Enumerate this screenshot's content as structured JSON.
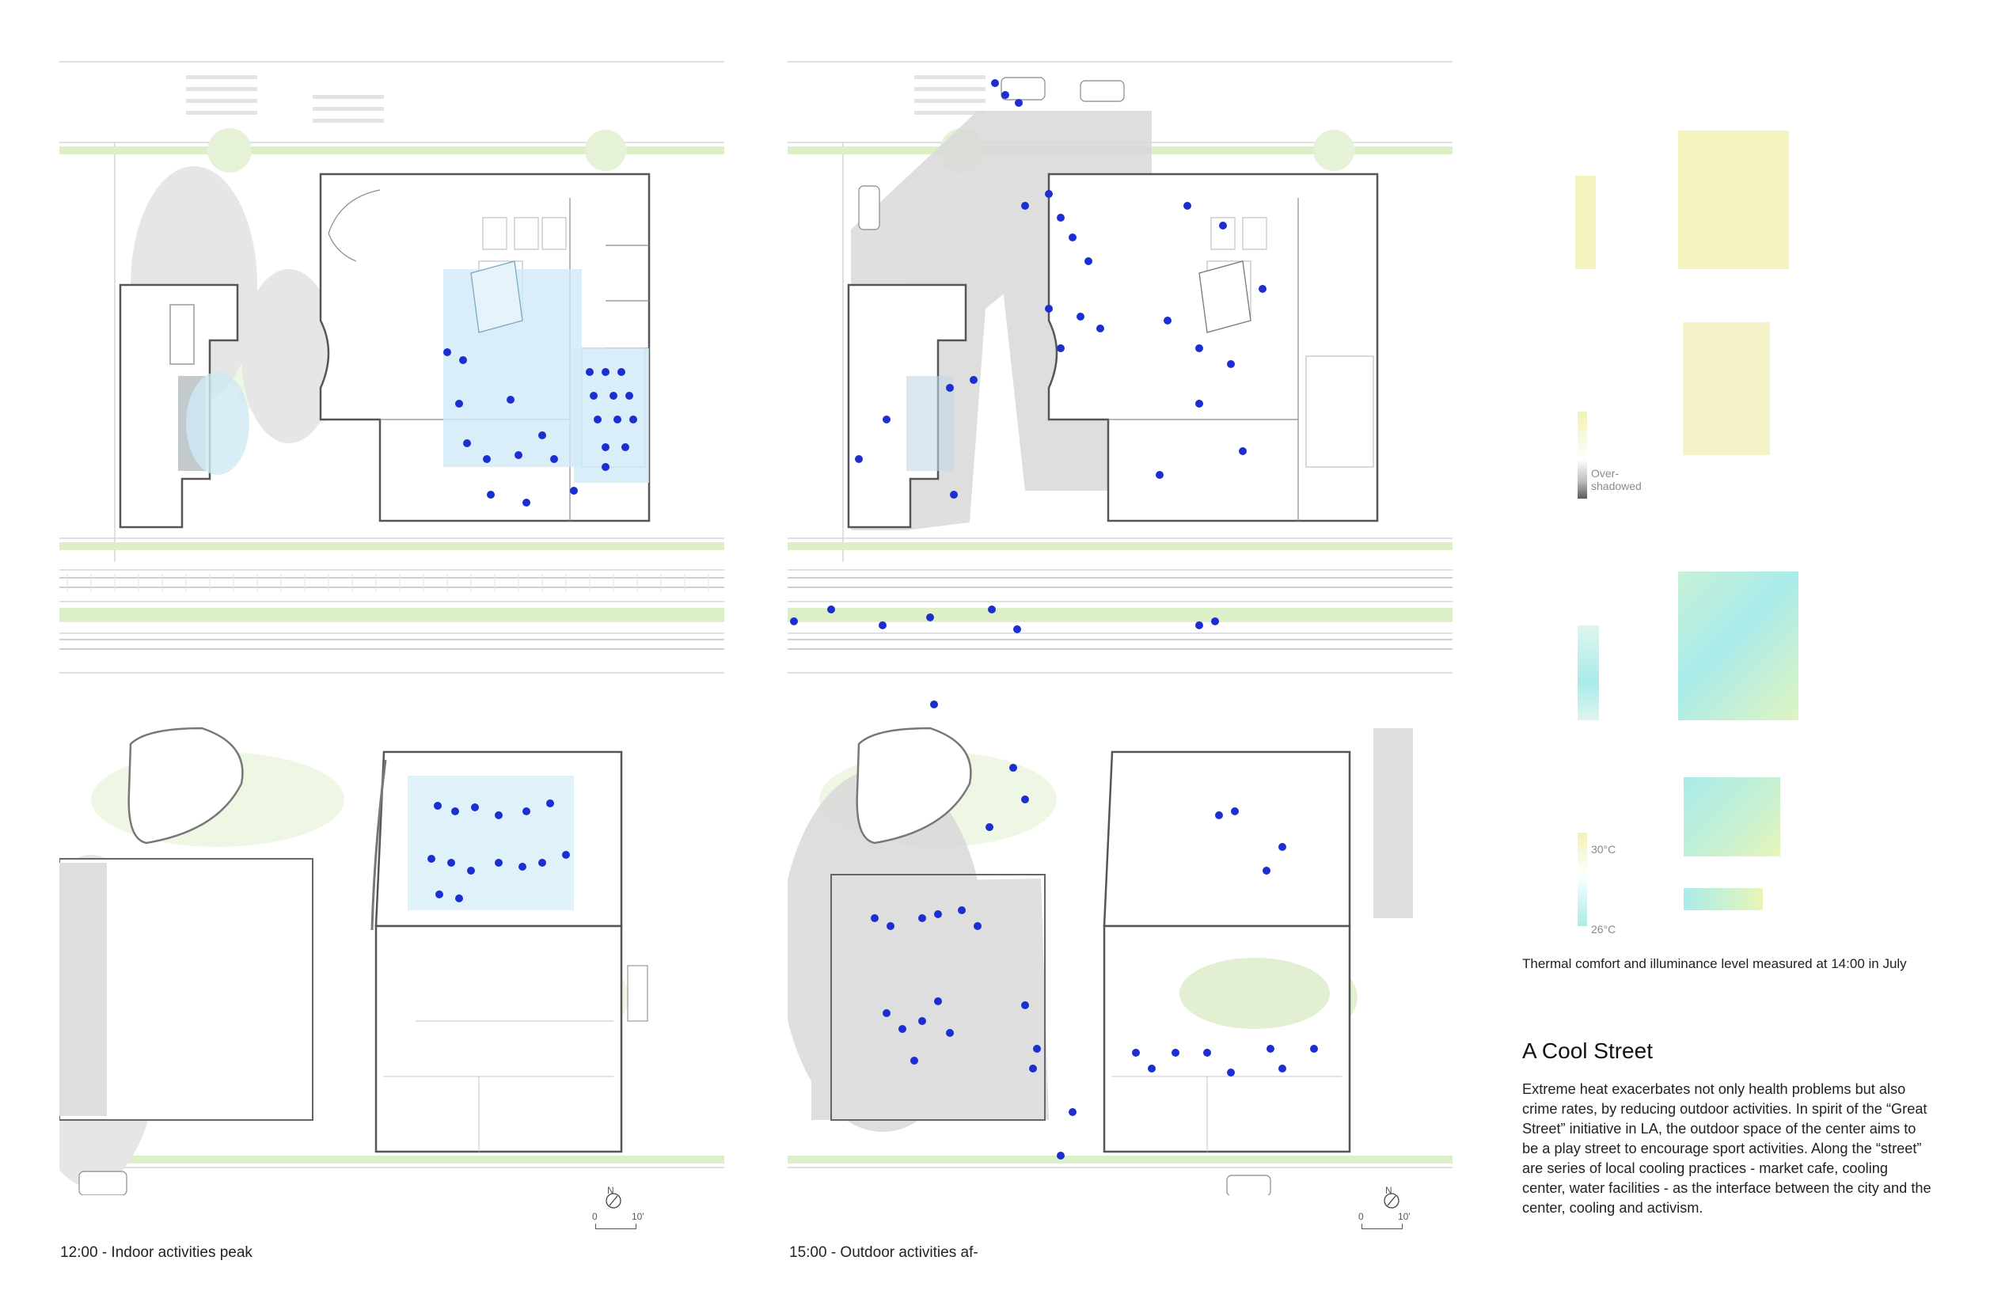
{
  "plans": {
    "left": {
      "caption": "12:00 - Indoor activities peak",
      "scale_zero": "0",
      "scale_ten": "10'",
      "north": "N"
    },
    "right": {
      "caption": "15:00 - Outdoor activities af-",
      "scale_zero": "0",
      "scale_ten": "10'",
      "north": "N"
    }
  },
  "legend": {
    "overshadowed": "Over-\nshadowed",
    "temp_high": "30°C",
    "temp_low": "26°C",
    "caption": "Thermal comfort and illuminance level measured  at 14:00 in July"
  },
  "article": {
    "title": "A Cool Street",
    "body": "Extreme heat exacerbates not only health problems but also crime rates, by reducing outdoor activities. In spirit of the “Great Street” initiative in LA, the outdoor space of the center aims to be a play street to encourage sport activities. Along the “street” are series of local cooling practices - market cafe, cooling center, water facilities - as the interface between the city and the center, cooling and activism."
  },
  "colors": {
    "people": "#1b2fd0",
    "indoor_glow": "#bfe3f5",
    "greenery": "#cfe8b0",
    "shadow": "#cfcfcf",
    "illum_yellow": "#f3f1b6",
    "thermal_cyan": "#a9ecea"
  }
}
